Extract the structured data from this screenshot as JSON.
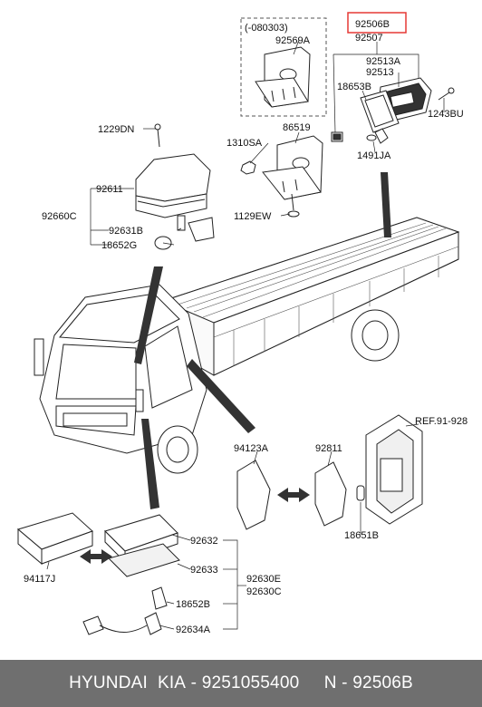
{
  "diagram": {
    "callouts": {
      "date_code": "(-080303)",
      "c92569A": "92569A",
      "c92506B": "92506B",
      "c92507": "92507",
      "c92513A": "92513A",
      "c92513": "92513",
      "c18653B": "18653B",
      "c1243BU": "1243BU",
      "c1229DN": "1229DN",
      "c86519": "86519",
      "c1310SA": "1310SA",
      "c1491JA": "1491JA",
      "c92611": "92611",
      "c92660C": "92660C",
      "c92631B": "92631B",
      "c18652G": "18652G",
      "c1129EW": "1129EW",
      "ref": "REF.91-928",
      "c94123A": "94123A",
      "c92811": "92811",
      "c18651B": "18651B",
      "c92632": "92632",
      "c92633": "92633",
      "c92630E": "92630E",
      "c92630C": "92630C",
      "c94117J": "94117J",
      "c18652B": "18652B",
      "c92634A": "92634A"
    },
    "highlight_color": "#e53935"
  },
  "footer": {
    "brand": "HYUNDAI  KIA",
    "separator": " - ",
    "part_number": "9251055400",
    "spacer": "     ",
    "n_label": "N",
    "oem_code": "92506B"
  }
}
